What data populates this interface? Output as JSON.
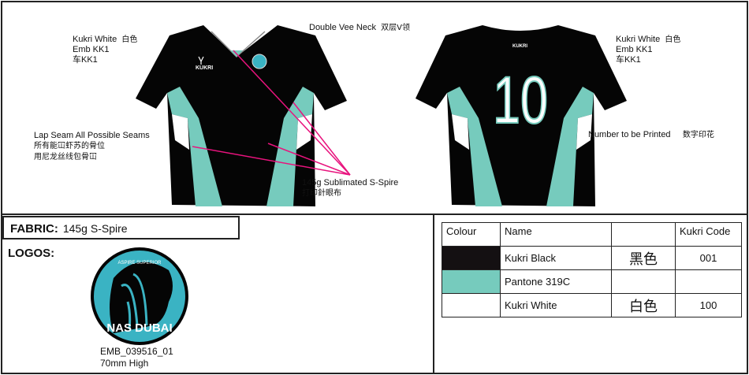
{
  "front": {
    "collar_note": {
      "line1": "Kukri White",
      "line1_cn": "白色",
      "line2": "Emb KK1",
      "line3": "车KK1"
    },
    "neck_note": {
      "label": "Double Vee Neck",
      "label_cn": "双层V领"
    },
    "seam_note": {
      "label": "Lap Seam All Possible Seams",
      "cn1": "所有能冚虾苏的骨位",
      "cn2": "用尼龙丝线包骨冚"
    },
    "fabric_note": {
      "label": "145g Sublimated S-Spire",
      "cn": "打印針眼布"
    },
    "brand": "KUKRI"
  },
  "back": {
    "collar_note": {
      "line1": "Kukri White",
      "line1_cn": "白色",
      "line2": "Emb KK1",
      "line3": "车KK1"
    },
    "number_note": {
      "label": "Number to be Printed",
      "cn": "数字印花"
    },
    "number": "10",
    "brand": "KUKRI"
  },
  "fabric": {
    "label": "FABRIC:",
    "value": "145g S-Spire"
  },
  "logos": {
    "label": "LOGOS:",
    "logo_text": "NAS DUBAI",
    "logo_subtext": "ASPIRE SUPERIOR",
    "code": "EMB_039516_01",
    "size": "70mm High"
  },
  "colour_table": {
    "headers": [
      "Colour",
      "Name",
      "",
      "Kukri Code"
    ],
    "rows": [
      {
        "swatch": "#141012",
        "name": "Kukri Black",
        "cn": "黑色",
        "code": "001"
      },
      {
        "swatch": "#76cbbd",
        "name": "Pantone 319C",
        "cn": "",
        "code": ""
      },
      {
        "swatch": "#ffffff",
        "name": "Kukri White",
        "cn": "白色",
        "code": "100"
      }
    ]
  },
  "colors": {
    "black": "#050505",
    "teal": "#76cbbd",
    "pointer": "#e8137d",
    "logo": "#3ab3c3"
  }
}
